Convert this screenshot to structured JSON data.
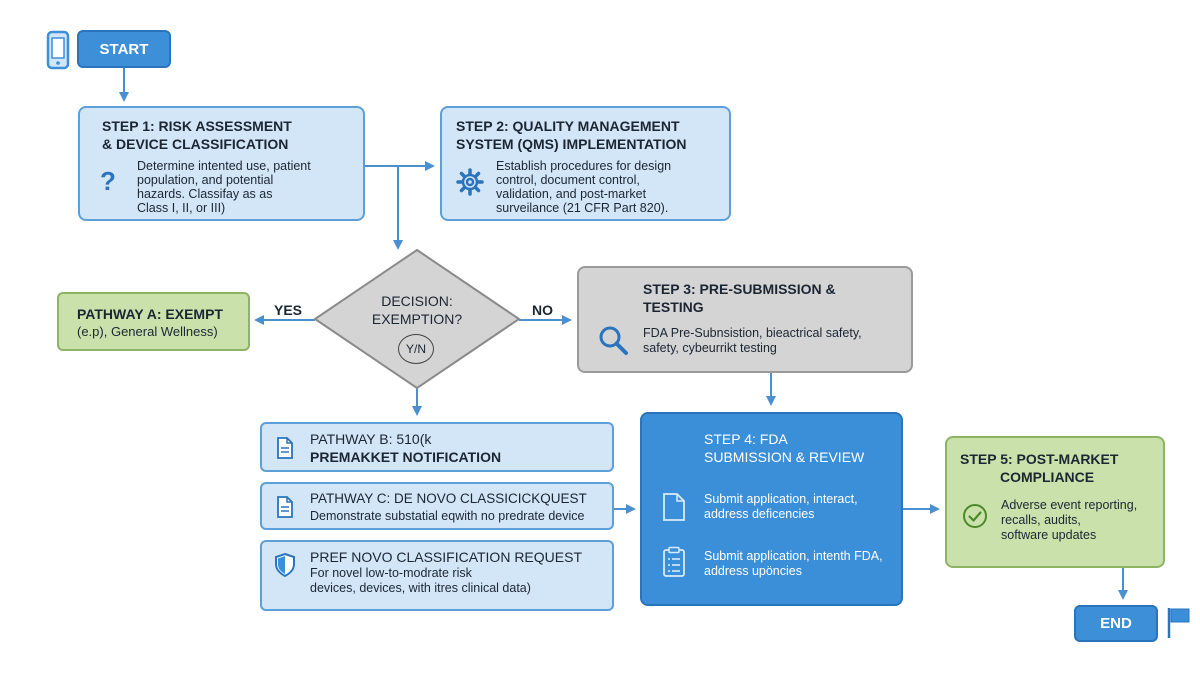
{
  "start": {
    "label": "START",
    "icon": "smartphone-icon"
  },
  "end": {
    "label": "END",
    "icon": "flag-icon"
  },
  "step1": {
    "title_line1": "STEP 1: RISK ASSESSMENT",
    "title_line2": "& DEVICE CLASSIFICATION",
    "body_line1": "Determine intented use, patient",
    "body_line2": "population, and potential",
    "body_line3": "hazards. Classifay as  as",
    "body_line4": "Class I, II, or III)",
    "icon": "question-icon"
  },
  "step2": {
    "title_line1": "STEP 2: QUALITY MANAGEMENT",
    "title_line2": "SYSTEM (QMS) IMPLEMENTATION",
    "body_line1": "Establish procedures for design",
    "body_line2": "control, document control,",
    "body_line3": "validation, and post-market",
    "body_line4": "surveilance (21 CFR Part 820).",
    "icon": "gear-icon"
  },
  "decision": {
    "line1": "DECISION:",
    "line2": "EXEMPTION?",
    "badge": "Y/N",
    "yes_label": "YES",
    "no_label": "NO"
  },
  "pathway_a": {
    "title": "PATHWAY A: EXEMPT",
    "body": "(e.p), General Wellness)"
  },
  "step3": {
    "title_line1": "STEP 3: PRE-SUBMISSION &",
    "title_line2": "TESTING",
    "body_line1": "FDA Pre-Subnsistion, bieactrical safety,",
    "body_line2": "safety, cybeurrikt testing",
    "icon": "magnifier-icon"
  },
  "pathway_b": {
    "title_line1": "PATHWAY B: 510(k",
    "title_line2": "PREMAKKET NOTIFICATION",
    "icon": "document-icon"
  },
  "pathway_c": {
    "title": "PATHWAY C: DE NOVO CLASSICICKQUEST",
    "body": "Demonstrate substatial eqwith no predrate device",
    "icon": "document-icon"
  },
  "pathway_d": {
    "title": "PREF NOVO CLASSIFICATION REQUEST",
    "body_line1": "For novel low-to-modrate risk",
    "body_line2": "devices, devices, with itres clinical data)",
    "icon": "shield-icon"
  },
  "step4": {
    "title_line1": "STEP 4: FDA",
    "title_line2": "SUBMISSION & REVIEW",
    "item1_line1": "Submit application, interact,",
    "item1_line2": "address deficencies",
    "item2_line1": "Submit application, intenth FDA,",
    "item2_line2": "address upöncies",
    "icon1": "document-icon",
    "icon2": "clipboard-icon"
  },
  "step5": {
    "title_line1": "STEP 5: POST-MARKET",
    "title_line2": "COMPLIANCE",
    "body_line1": "Adverse event reporting,",
    "body_line2": "recalls, audits,",
    "body_line3": "software updates",
    "icon": "check-circle-icon"
  },
  "colors": {
    "light_blue_fill": "#d3e6f7",
    "light_blue_border": "#5d9fd8",
    "dark_blue": "#3b8fd9",
    "gray_fill": "#d4d4d4",
    "green_fill": "#cbe1ab",
    "arrow": "#4a90d0"
  }
}
